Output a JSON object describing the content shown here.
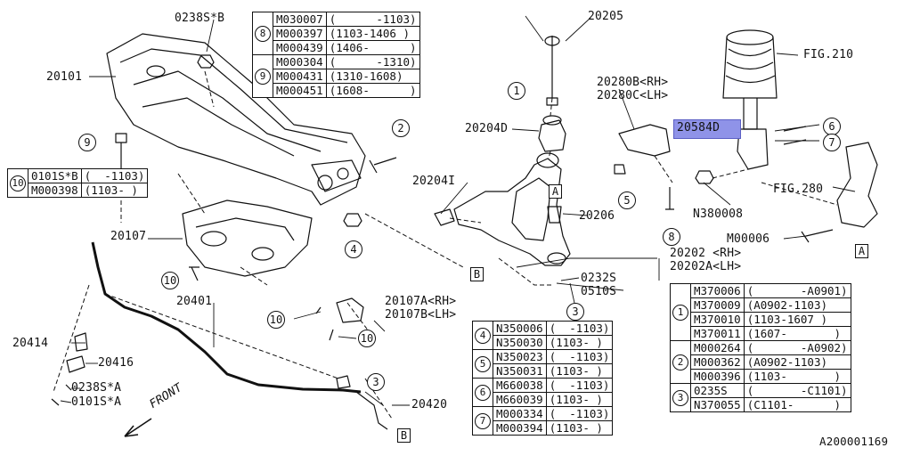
{
  "labels": {
    "p0238sb": "0238S*B",
    "p20101": "20101",
    "p20107": "20107",
    "p20401": "20401",
    "p20414": "20414",
    "p20416": "20416",
    "p0238sa": "0238S*A",
    "p0101sa": "0101S*A",
    "front": "FRONT",
    "p20107a": "20107A<RH>",
    "p20107b": "20107B<LH>",
    "p20205": "20205",
    "p20204d": "20204D",
    "p20204i": "20204I",
    "p20206": "20206",
    "p0232s": "0232S",
    "p0510s": "0510S",
    "p20202": "20202 <RH>",
    "p20202a": "20202A<LH>",
    "p20280b": "20280B<RH>",
    "p20280c": "20280C<LH>",
    "p20584d": "20584D",
    "fig210": "FIG.210",
    "fig280": "FIG.280",
    "n380008": "N380008",
    "m00006": "M00006",
    "p20420": "20420",
    "diagram_id": "A200001169"
  },
  "callouts": {
    "c1": "1",
    "c2": "2",
    "c3": "3",
    "c4": "4",
    "c5": "5",
    "c6": "6",
    "c7": "7",
    "c8": "8",
    "c9": "9",
    "c10": "10",
    "boxA": "A",
    "boxB": "B"
  },
  "table_top": {
    "groups": [
      {
        "id": "8",
        "rows": [
          [
            "M030007",
            "(      -1103)"
          ],
          [
            "M000397",
            "(1103-1406 )"
          ],
          [
            "M000439",
            "(1406-      )"
          ]
        ]
      },
      {
        "id": "9",
        "rows": [
          [
            "M000304",
            "(      -1310)"
          ],
          [
            "M000431",
            "(1310-1608)"
          ],
          [
            "M000451",
            "(1608-      )"
          ]
        ]
      }
    ]
  },
  "table_left": {
    "groups": [
      {
        "id": "10",
        "rows": [
          [
            "0101S*B",
            "(  -1103)"
          ],
          [
            "M000398",
            "(1103- )"
          ]
        ]
      }
    ]
  },
  "table_mid": {
    "groups": [
      {
        "id": "4",
        "rows": [
          [
            "N350006",
            "(  -1103)"
          ],
          [
            "N350030",
            "(1103- )"
          ]
        ]
      },
      {
        "id": "5",
        "rows": [
          [
            "N350023",
            "(  -1103)"
          ],
          [
            "N350031",
            "(1103- )"
          ]
        ]
      },
      {
        "id": "6",
        "rows": [
          [
            "M660038",
            "(  -1103)"
          ],
          [
            "M660039",
            "(1103- )"
          ]
        ]
      },
      {
        "id": "7",
        "rows": [
          [
            "M000334",
            "(  -1103)"
          ],
          [
            "M000394",
            "(1103- )"
          ]
        ]
      }
    ]
  },
  "table_right": {
    "groups": [
      {
        "id": "1",
        "rows": [
          [
            "M370006",
            "(       -A0901)"
          ],
          [
            "M370009",
            "(A0902-1103)"
          ],
          [
            "M370010",
            "(1103-1607 )"
          ],
          [
            "M370011",
            "(1607-       )"
          ]
        ]
      },
      {
        "id": "2",
        "rows": [
          [
            "M000264",
            "(       -A0902)"
          ],
          [
            "M000362",
            "(A0902-1103)"
          ],
          [
            "M000396",
            "(1103-       )"
          ]
        ]
      },
      {
        "id": "3",
        "rows": [
          [
            "0235S",
            "(       -C1101)"
          ],
          [
            "N370055",
            "(C1101-      )"
          ]
        ]
      }
    ]
  },
  "colors": {
    "highlight": "#8f93e8",
    "line": "#111111"
  }
}
